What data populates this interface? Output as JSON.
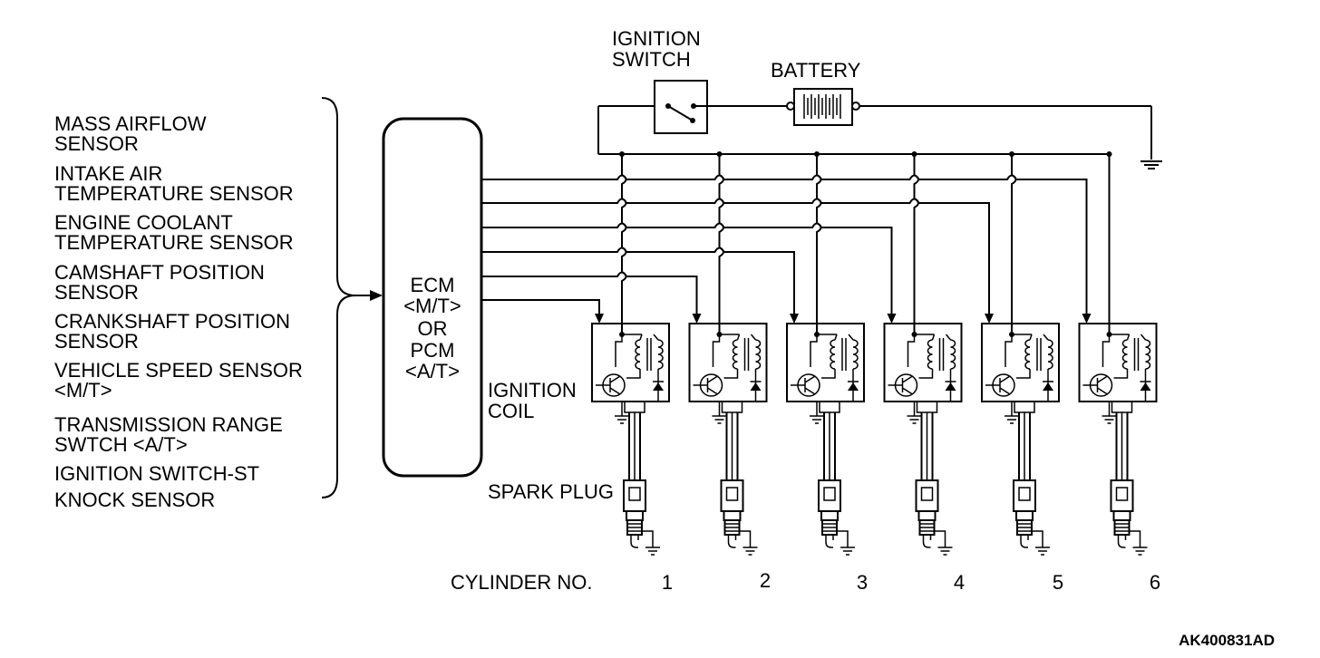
{
  "inputs": [
    {
      "line1": "MASS AIRFLOW",
      "line2": "SENSOR"
    },
    {
      "line1": "INTAKE AIR",
      "line2": "TEMPERATURE SENSOR"
    },
    {
      "line1": "ENGINE COOLANT",
      "line2": "TEMPERATURE SENSOR"
    },
    {
      "line1": "CAMSHAFT POSITION",
      "line2": "SENSOR"
    },
    {
      "line1": "CRANKSHAFT POSITION",
      "line2": "SENSOR"
    },
    {
      "line1": "VEHICLE SPEED SENSOR",
      "line2": "<M/T>"
    },
    {
      "line1": "TRANSMISSION RANGE",
      "line2": "SWTCH <A/T>"
    },
    {
      "line1": "IGNITION SWITCH-ST",
      "line2": ""
    },
    {
      "line1": "KNOCK SENSOR",
      "line2": ""
    }
  ],
  "ecm": {
    "lines": [
      "ECM",
      "<M/T>",
      "OR",
      "PCM",
      "<A/T>"
    ]
  },
  "ignition_switch": {
    "line1": "IGNITION",
    "line2": "SWITCH"
  },
  "battery": {
    "label": "BATTERY"
  },
  "ignition_coil": {
    "line1": "IGNITION",
    "line2": "COIL"
  },
  "spark_plug": {
    "label": "SPARK PLUG"
  },
  "cylinder_row": {
    "label": "CYLINDER NO."
  },
  "cylinders": [
    "1",
    "2",
    "3",
    "4",
    "5",
    "6"
  ],
  "figure_id": "AK400831AD"
}
